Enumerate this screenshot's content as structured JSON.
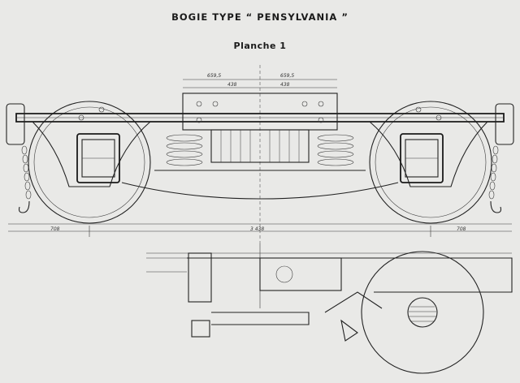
{
  "title": "BOGIE TYPE “ PENSYLVANIA ”",
  "subtitle": "Planche 1",
  "dimensions": {
    "d_left_offset": "708",
    "d_right_offset": "708",
    "d_total": "3 438",
    "d_center_left": "438",
    "d_center_right": "438",
    "d_top_left": "659,5",
    "d_top_right": "659,5"
  }
}
